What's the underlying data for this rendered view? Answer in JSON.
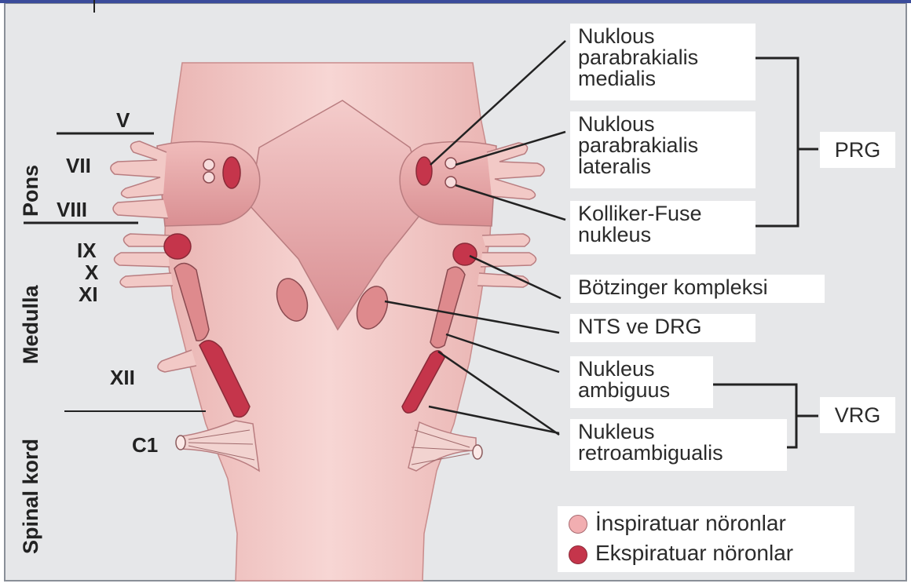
{
  "levels": {
    "v": "V",
    "vii": "VII",
    "viii": "VIII",
    "ix": "IX",
    "x": "X",
    "xi": "XI",
    "xii": "XII",
    "c1": "C1"
  },
  "regions": {
    "pons": "Pons",
    "medulla": "Medulla",
    "spinal": "Spinal kord"
  },
  "labels": {
    "npbm": [
      "Nuklous",
      "parabrakialis",
      "medialis"
    ],
    "npbl": [
      "Nuklous",
      "parabrakialis",
      "lateralis"
    ],
    "kf": [
      "Kolliker-Fuse",
      "nukleus"
    ],
    "botz": "Bötzinger kompleksi",
    "nts": "NTS ve DRG",
    "namb": [
      "Nukleus",
      "ambiguus"
    ],
    "nra": [
      "Nukleus",
      "retroambigualis"
    ]
  },
  "groups": {
    "prg": "PRG",
    "vrg": "VRG"
  },
  "legend": {
    "insp": "İnspiratuar nöronlar",
    "exp": "Ekspiratuar nöronlar"
  },
  "colors": {
    "tissue": "#f2c9c6",
    "tissue_shade": "#e3a3a2",
    "nucleus_light": "#de8a8d",
    "nucleus_dark": "#c5354b",
    "panel": "#e6e7e9"
  }
}
